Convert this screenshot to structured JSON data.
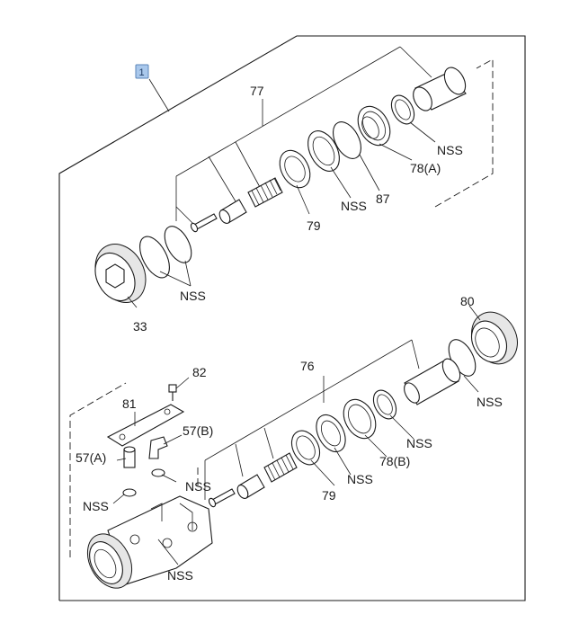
{
  "diagram": {
    "badge": "1",
    "labels": {
      "p77": "77",
      "p79_top": "79",
      "nss_mid_top": "NSS",
      "p87": "87",
      "p78a": "78(A)",
      "nss_right_top": "NSS",
      "nss_left_top": "NSS",
      "p33": "33",
      "p80": "80",
      "nss_80": "NSS",
      "p76": "76",
      "nss_76": "NSS",
      "p78b": "78(B)",
      "nss_mid_bot": "NSS",
      "p79_bot": "79",
      "p82": "82",
      "p81": "81",
      "p57b": "57(B)",
      "p57a": "57(A)",
      "nss_57b": "NSS",
      "nss_57a": "NSS",
      "nss_housing": "NSS"
    }
  }
}
